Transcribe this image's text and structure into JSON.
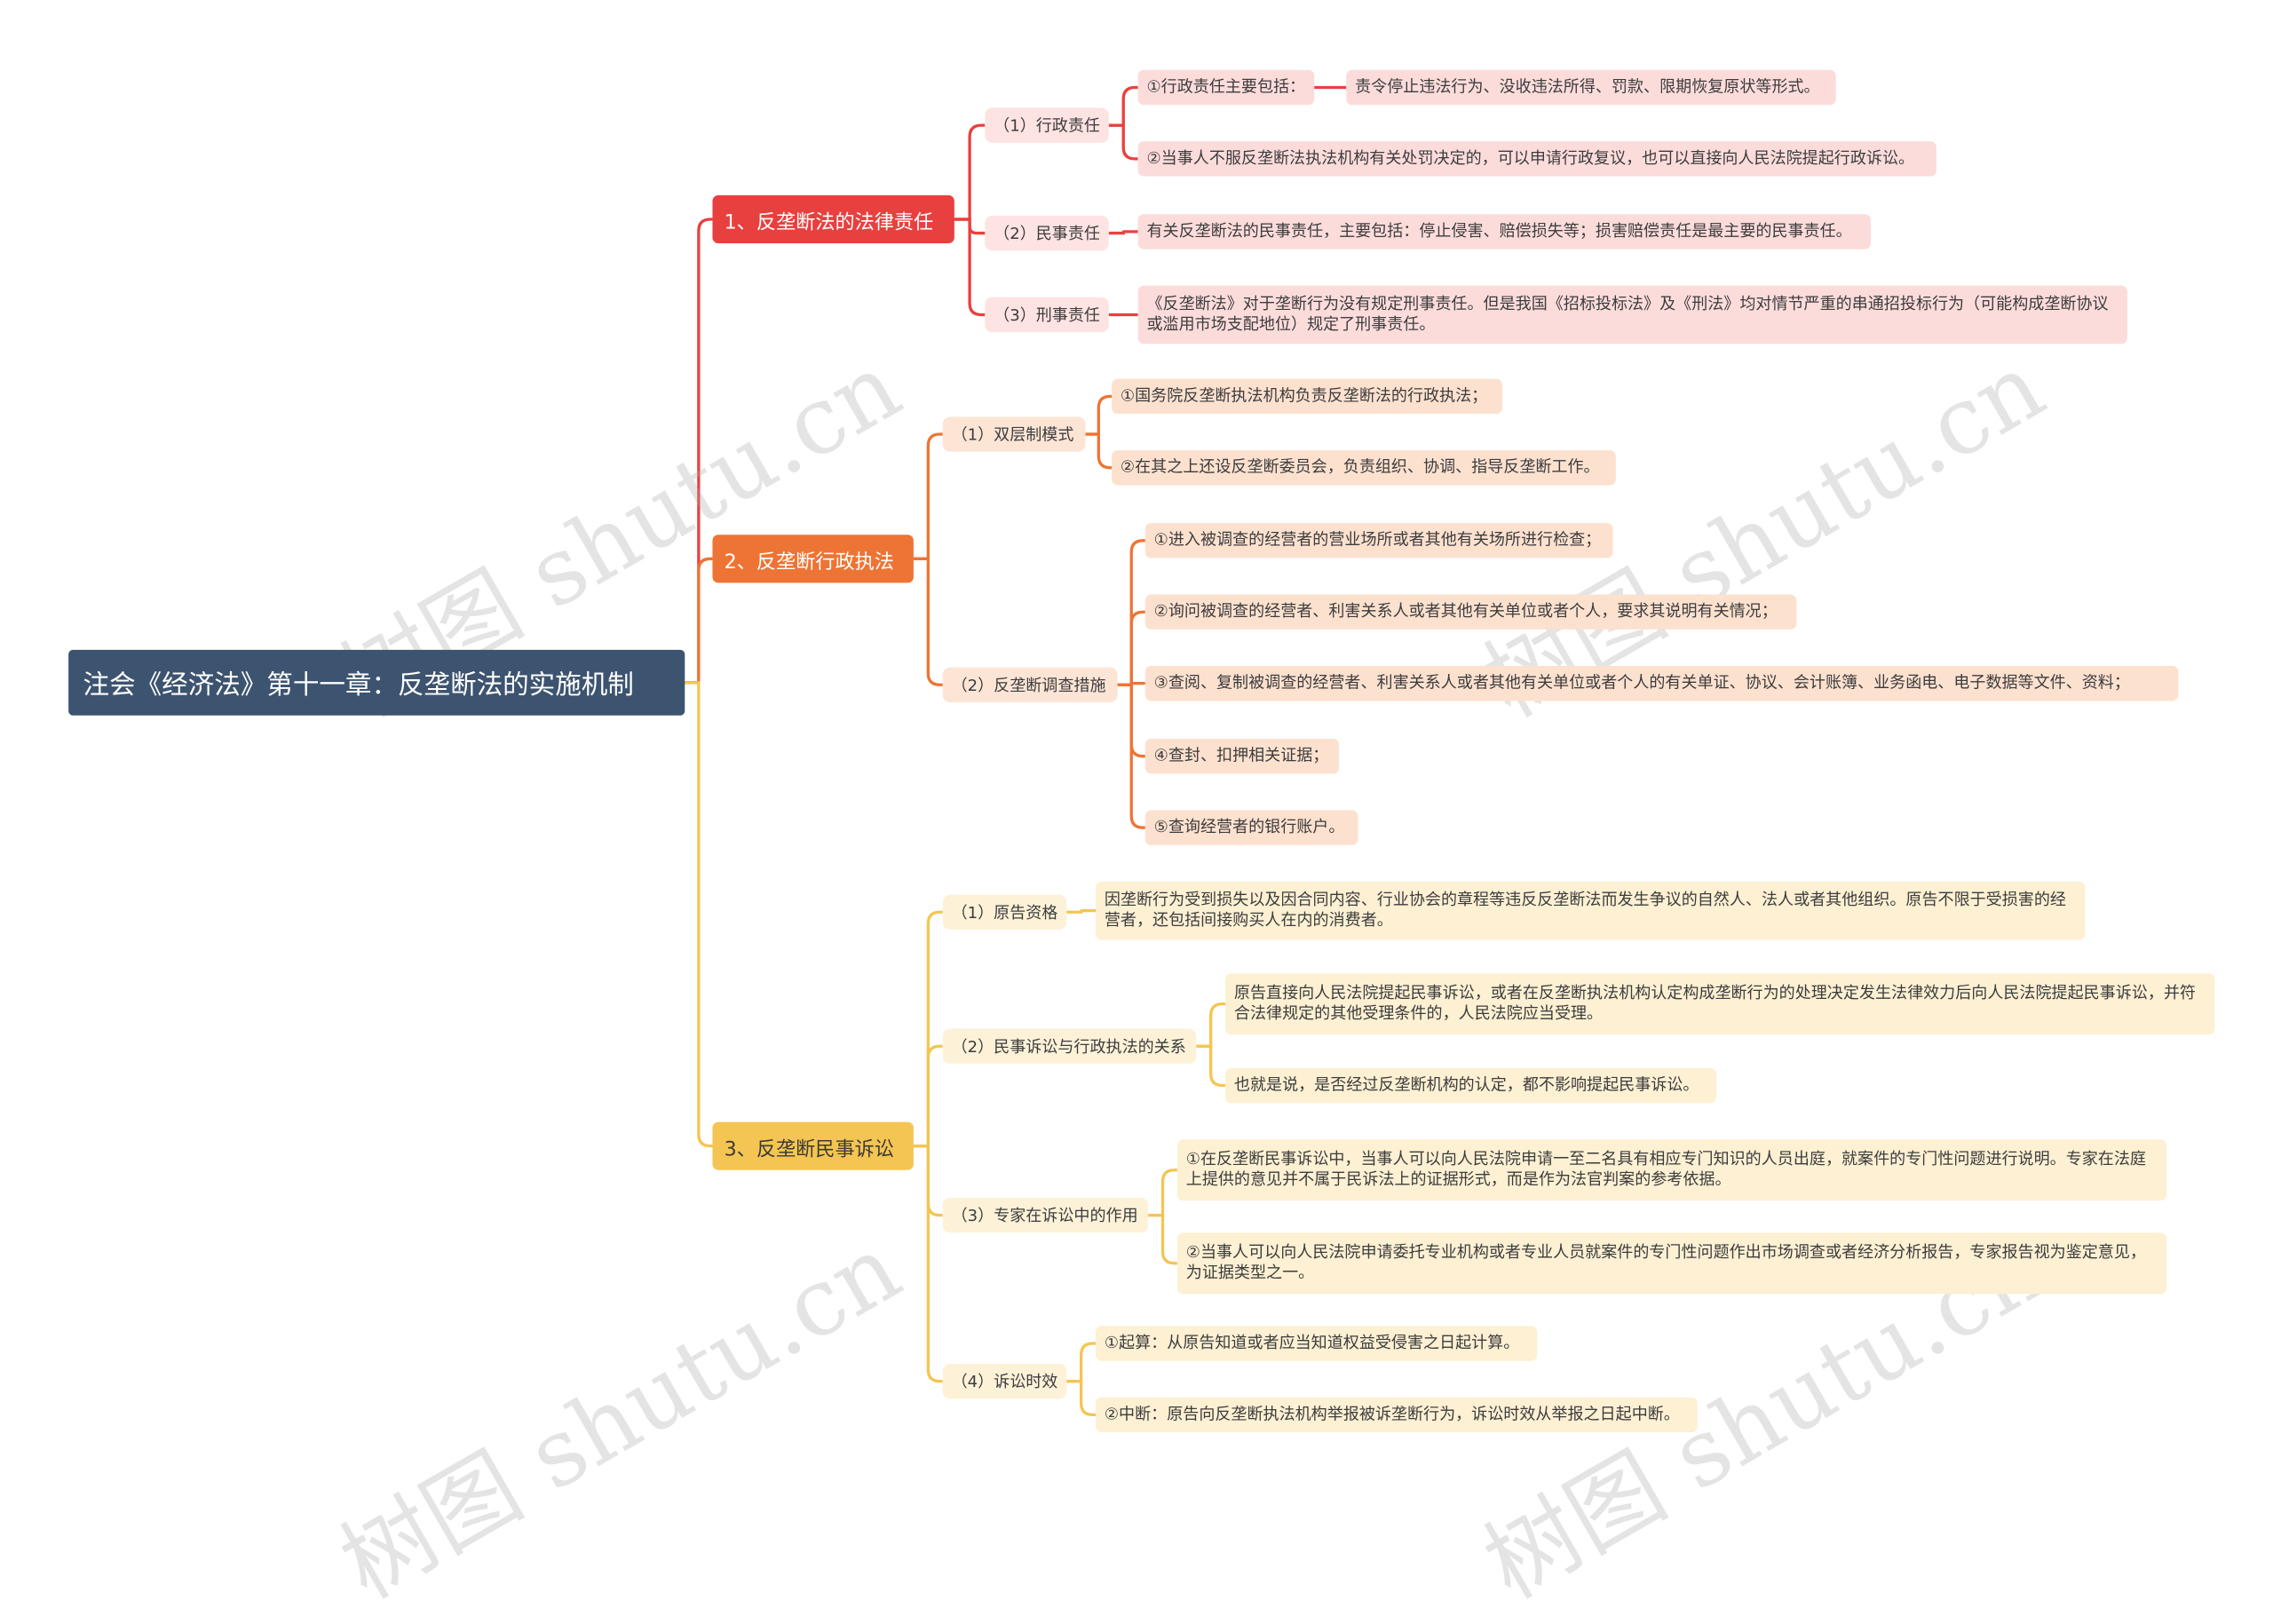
{
  "root": {
    "label": "注会《经济法》第十一章：反垄断法的实施机制"
  },
  "branches": [
    {
      "label": "1、反垄断法的法律责任",
      "color": "#e8403f",
      "children": [
        {
          "label": "（1）行政责任",
          "children": [
            {
              "label": "①行政责任主要包括：",
              "children": [
                {
                  "label": "责令停止违法行为、没收违法所得、罚款、限期恢复原状等形式。"
                }
              ]
            },
            {
              "label": "②当事人不服反垄断法执法机构有关处罚决定的，可以申请行政复议，也可以直接向人民法院提起行政诉讼。"
            }
          ]
        },
        {
          "label": "（2）民事责任",
          "children": [
            {
              "label": "有关反垄断法的民事责任，主要包括：停止侵害、赔偿损失等；损害赔偿责任是最主要的民事责任。"
            }
          ]
        },
        {
          "label": "（3）刑事责任",
          "children": [
            {
              "label": "《反垄断法》对于垄断行为没有规定刑事责任。但是我国《招标投标法》及《刑法》均对情节严重的串通招投标行为（可能构成垄断协议或滥用市场支配地位）规定了刑事责任。"
            }
          ]
        }
      ]
    },
    {
      "label": "2、反垄断行政执法",
      "color": "#ee7435",
      "children": [
        {
          "label": "（1）双层制模式",
          "children": [
            {
              "label": "①国务院反垄断执法机构负责反垄断法的行政执法；"
            },
            {
              "label": "②在其之上还设反垄断委员会，负责组织、协调、指导反垄断工作。"
            }
          ]
        },
        {
          "label": "（2）反垄断调查措施",
          "children": [
            {
              "label": "①进入被调查的经营者的营业场所或者其他有关场所进行检查；"
            },
            {
              "label": "②询问被调查的经营者、利害关系人或者其他有关单位或者个人，要求其说明有关情况；"
            },
            {
              "label": "③查阅、复制被调查的经营者、利害关系人或者其他有关单位或者个人的有关单证、协议、会计账簿、业务函电、电子数据等文件、资料；"
            },
            {
              "label": "④查封、扣押相关证据；"
            },
            {
              "label": "⑤查询经营者的银行账户。"
            }
          ]
        }
      ]
    },
    {
      "label": "3、反垄断民事诉讼",
      "color": "#f4c553",
      "children": [
        {
          "label": "（1）原告资格",
          "children": [
            {
              "label": "因垄断行为受到损失以及因合同内容、行业协会的章程等违反反垄断法而发生争议的自然人、法人或者其他组织。原告不限于受损害的经营者，还包括间接购买人在内的消费者。"
            }
          ]
        },
        {
          "label": "（2）民事诉讼与行政执法的关系",
          "children": [
            {
              "label": "原告直接向人民法院提起民事诉讼，或者在反垄断执法机构认定构成垄断行为的处理决定发生法律效力后向人民法院提起民事诉讼，并符合法律规定的其他受理条件的，人民法院应当受理。"
            },
            {
              "label": "也就是说，是否经过反垄断机构的认定，都不影响提起民事诉讼。"
            }
          ]
        },
        {
          "label": "（3）专家在诉讼中的作用",
          "children": [
            {
              "label": "①在反垄断民事诉讼中，当事人可以向人民法院申请一至二名具有相应专门知识的人员出庭，就案件的专门性问题进行说明。专家在法庭上提供的意见并不属于民诉法上的证据形式，而是作为法官判案的参考依据。"
            },
            {
              "label": "②当事人可以向人民法院申请委托专业机构或者专业人员就案件的专门性问题作出市场调查或者经济分析报告，专家报告视为鉴定意见，为证据类型之一。"
            }
          ]
        },
        {
          "label": "（4）诉讼时效",
          "children": [
            {
              "label": "①起算：从原告知道或者应当知道权益受侵害之日起计算。"
            },
            {
              "label": "②中断：原告向反垄断执法机构举报被诉垄断行为，诉讼时效从举报之日起中断。"
            }
          ]
        }
      ]
    }
  ],
  "watermark": "树图 shutu.cn"
}
